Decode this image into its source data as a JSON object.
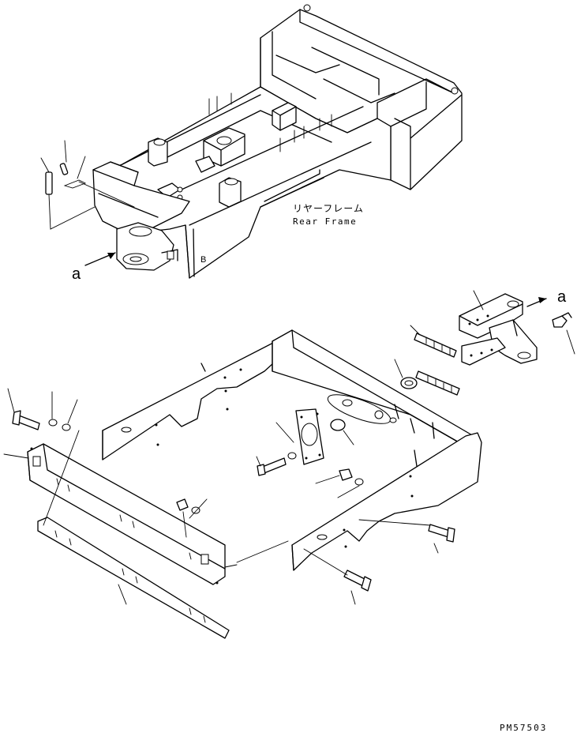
{
  "labels": {
    "assembly_name_jp": "リヤーフレーム",
    "assembly_name_en": "Rear Frame",
    "view_ref_top": "a",
    "view_ref_bottom": "a",
    "frame_mark": "B",
    "drawing_code": "PM57503"
  }
}
